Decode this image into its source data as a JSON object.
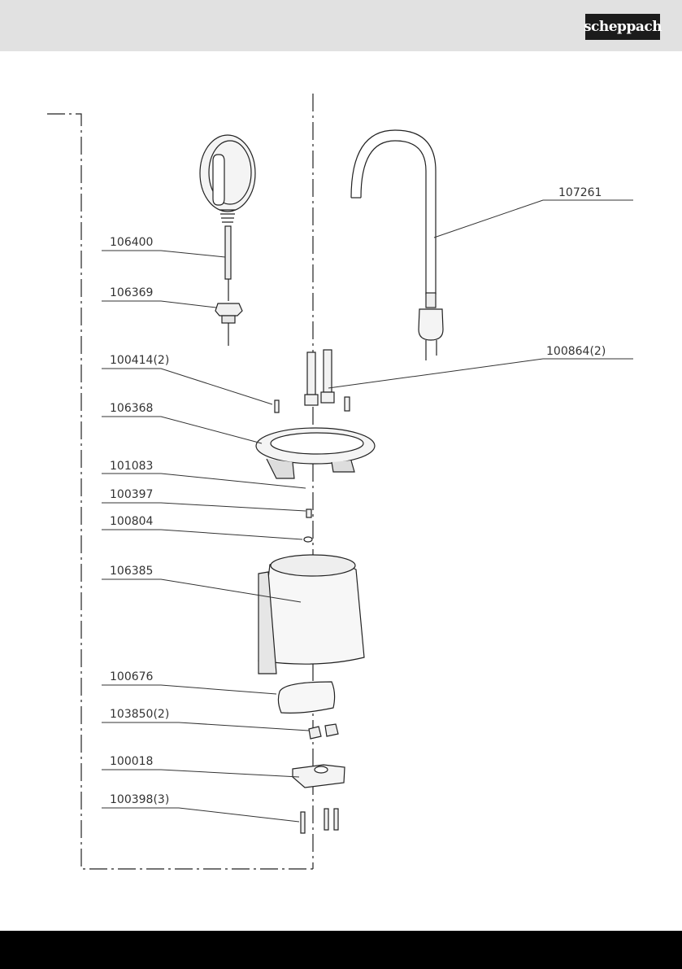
{
  "brand": {
    "logo_text": "scheppach",
    "bar_color": "#e1e1e1",
    "footer_color": "#000000"
  },
  "parts": [
    {
      "id": "106400"
    },
    {
      "id": "106369"
    },
    {
      "id": "100414(2)"
    },
    {
      "id": "106368"
    },
    {
      "id": "101083"
    },
    {
      "id": "100397"
    },
    {
      "id": "100804"
    },
    {
      "id": "106385"
    },
    {
      "id": "100676"
    },
    {
      "id": "103850(2)"
    },
    {
      "id": "100018"
    },
    {
      "id": "100398(3)"
    },
    {
      "id": "107261"
    },
    {
      "id": "100864(2)"
    }
  ]
}
